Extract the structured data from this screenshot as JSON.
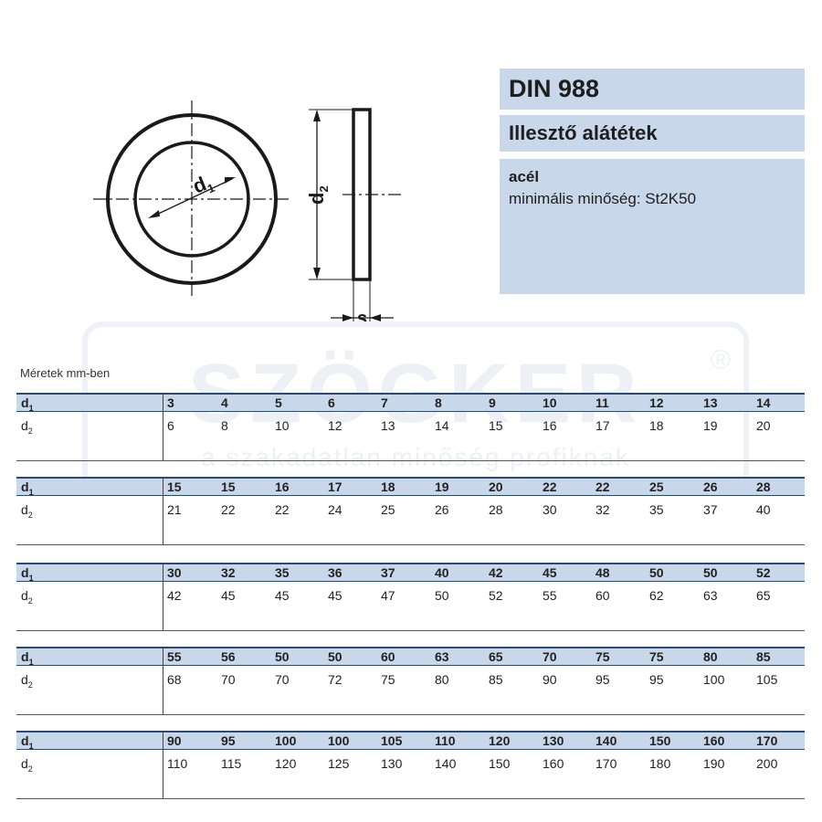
{
  "header": {
    "standard": "DIN 988",
    "name": "Illesztő alátétek",
    "material": "acél",
    "grade": "minimális minőség: St2K50"
  },
  "watermark": {
    "brand": "SZÖGKER",
    "reg_mark": "®",
    "tagline": "a szakadatlan minőség profiknak"
  },
  "drawing": {
    "label_d1": "d",
    "label_d1_sub": "1",
    "label_d2": "d",
    "label_d2_sub": "2",
    "label_s": "s"
  },
  "caption": "Méretek mm-ben",
  "row_labels": {
    "d1": "d",
    "d1_sub": "1",
    "d2": "d",
    "d2_sub": "2"
  },
  "tables": [
    {
      "d1": [
        "3",
        "4",
        "5",
        "6",
        "7",
        "8",
        "9",
        "10",
        "11",
        "12",
        "13",
        "14"
      ],
      "d2": [
        "6",
        "8",
        "10",
        "12",
        "13",
        "14",
        "15",
        "16",
        "17",
        "18",
        "19",
        "20"
      ]
    },
    {
      "d1": [
        "15",
        "15",
        "16",
        "17",
        "18",
        "19",
        "20",
        "22",
        "22",
        "25",
        "26",
        "28"
      ],
      "d2": [
        "21",
        "22",
        "22",
        "24",
        "25",
        "26",
        "28",
        "30",
        "32",
        "35",
        "37",
        "40"
      ]
    },
    {
      "d1": [
        "30",
        "32",
        "35",
        "36",
        "37",
        "40",
        "42",
        "45",
        "48",
        "50",
        "50",
        "52"
      ],
      "d2": [
        "42",
        "45",
        "45",
        "45",
        "47",
        "50",
        "52",
        "55",
        "60",
        "62",
        "63",
        "65"
      ]
    },
    {
      "d1": [
        "55",
        "56",
        "50",
        "50",
        "60",
        "63",
        "65",
        "70",
        "75",
        "75",
        "80",
        "85"
      ],
      "d2": [
        "68",
        "70",
        "70",
        "72",
        "75",
        "80",
        "85",
        "90",
        "95",
        "95",
        "100",
        "105"
      ]
    },
    {
      "d1": [
        "90",
        "95",
        "100",
        "100",
        "105",
        "110",
        "120",
        "130",
        "140",
        "150",
        "160",
        "170"
      ],
      "d2": [
        "110",
        "115",
        "120",
        "125",
        "130",
        "140",
        "150",
        "160",
        "170",
        "180",
        "190",
        "200"
      ]
    }
  ]
}
